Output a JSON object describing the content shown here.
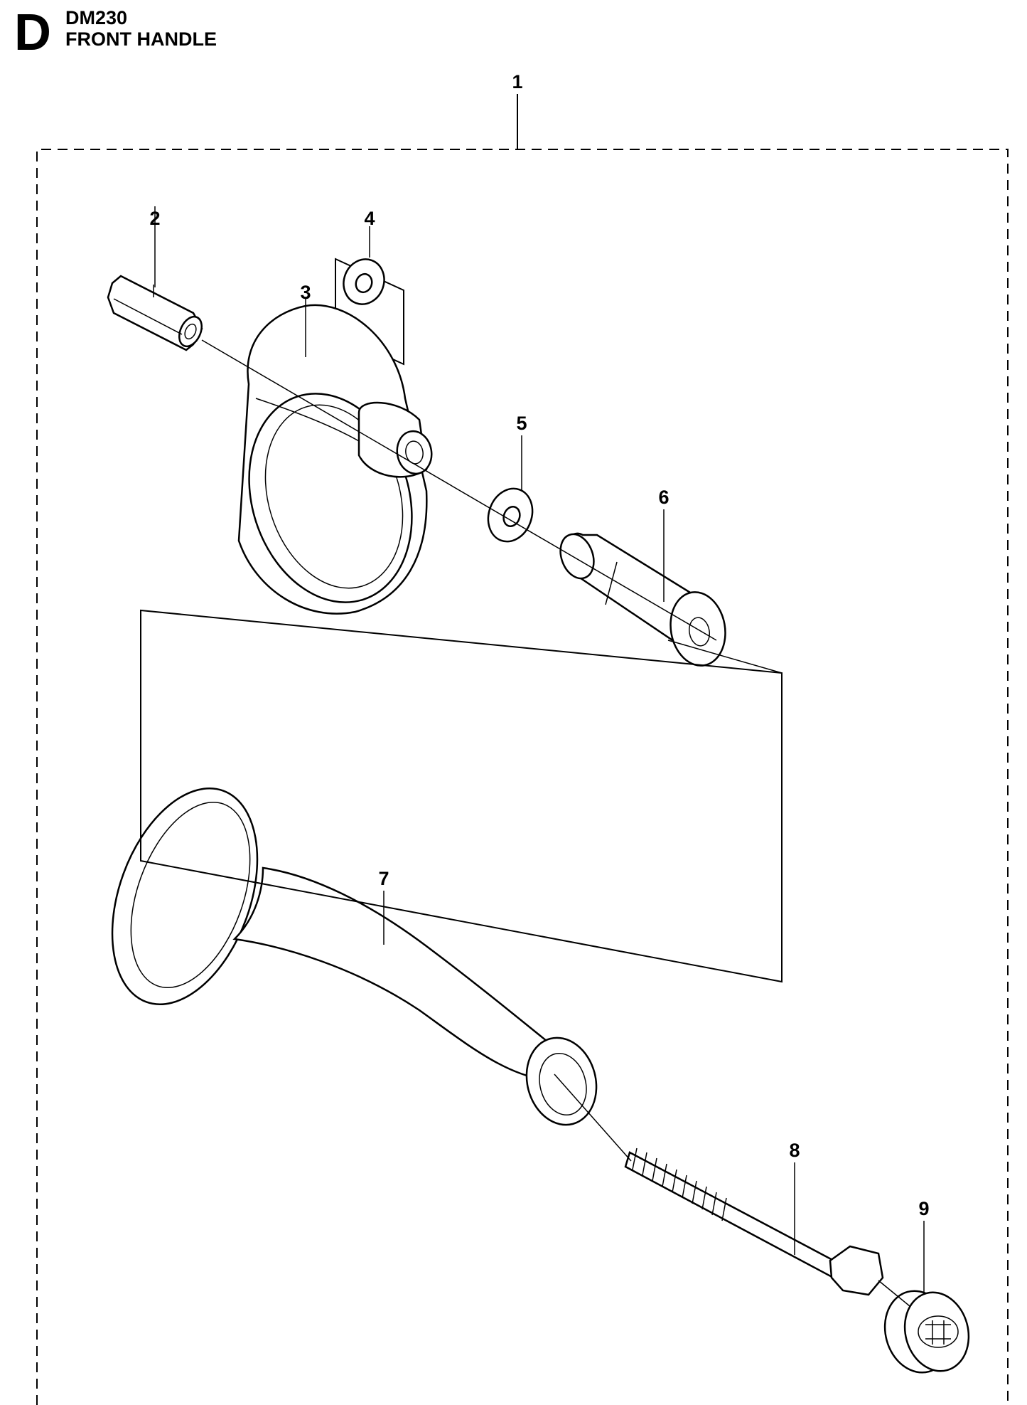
{
  "header": {
    "section_letter": "D",
    "model": "DM230",
    "title": "FRONT HANDLE"
  },
  "callouts": {
    "c1": "1",
    "c2": "2",
    "c3": "3",
    "c4": "4",
    "c5": "5",
    "c6": "6",
    "c7": "7",
    "c8": "8",
    "c9": "9"
  }
}
